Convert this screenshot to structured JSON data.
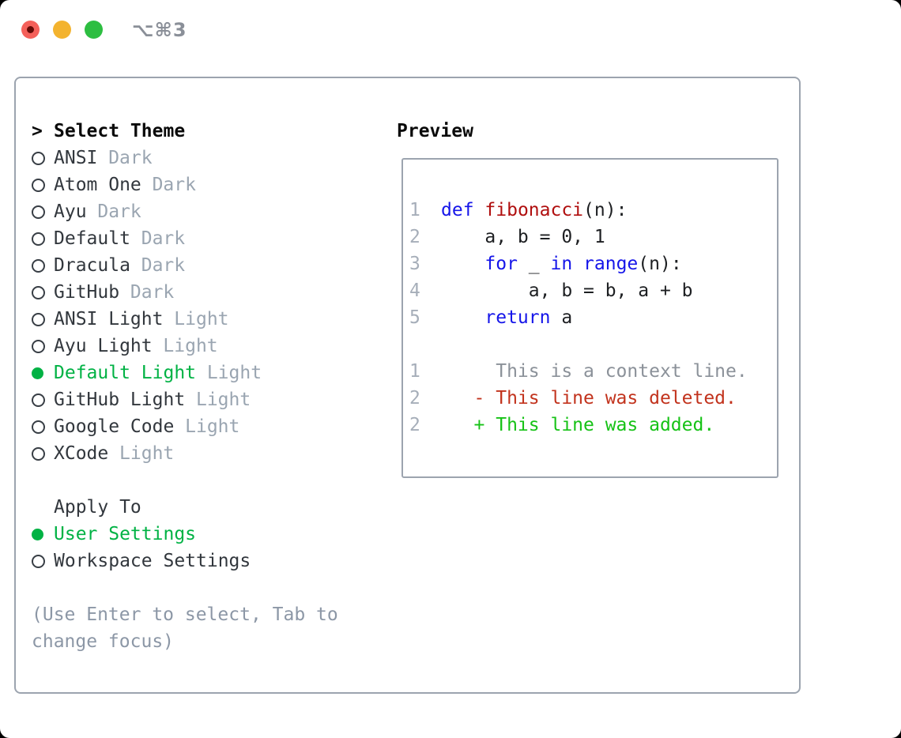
{
  "window": {
    "shortcut": "⌥⌘3",
    "traffic_lights": [
      "close",
      "minimize",
      "zoom"
    ]
  },
  "theme_selector": {
    "cursor": ">",
    "title": "Select Theme",
    "items": [
      {
        "name": "ANSI",
        "variant": "Dark",
        "selected": false
      },
      {
        "name": "Atom One",
        "variant": "Dark",
        "selected": false
      },
      {
        "name": "Ayu",
        "variant": "Dark",
        "selected": false
      },
      {
        "name": "Default",
        "variant": "Dark",
        "selected": false
      },
      {
        "name": "Dracula",
        "variant": "Dark",
        "selected": false
      },
      {
        "name": "GitHub",
        "variant": "Dark",
        "selected": false
      },
      {
        "name": "ANSI Light",
        "variant": "Light",
        "selected": false
      },
      {
        "name": "Ayu Light",
        "variant": "Light",
        "selected": false
      },
      {
        "name": "Default Light",
        "variant": "Light",
        "selected": true
      },
      {
        "name": "GitHub Light",
        "variant": "Light",
        "selected": false
      },
      {
        "name": "Google Code",
        "variant": "Light",
        "selected": false
      },
      {
        "name": "XCode",
        "variant": "Light",
        "selected": false
      }
    ]
  },
  "apply_to": {
    "title": "Apply To",
    "options": [
      {
        "name": "User Settings",
        "selected": true
      },
      {
        "name": "Workspace Settings",
        "selected": false
      }
    ]
  },
  "help": {
    "lines": [
      "(Use Enter to select, Tab to",
      "change focus)"
    ]
  },
  "preview": {
    "title": "Preview",
    "code_lines": [
      {
        "num": "1",
        "segs": [
          [
            "k",
            "def"
          ],
          [
            "p",
            " "
          ],
          [
            "f",
            "fibonacci"
          ],
          [
            "p",
            "(n):"
          ]
        ]
      },
      {
        "num": "2",
        "segs": [
          [
            "p",
            "    a, b = 0, 1"
          ]
        ]
      },
      {
        "num": "3",
        "segs": [
          [
            "p",
            "    "
          ],
          [
            "k",
            "for"
          ],
          [
            "p",
            " _ "
          ],
          [
            "k",
            "in"
          ],
          [
            "p",
            " "
          ],
          [
            "k",
            "range"
          ],
          [
            "p",
            "(n):"
          ]
        ]
      },
      {
        "num": "4",
        "segs": [
          [
            "p",
            "        a, b = b, a + b"
          ]
        ]
      },
      {
        "num": "5",
        "segs": [
          [
            "p",
            "    "
          ],
          [
            "k",
            "return"
          ],
          [
            "p",
            " a"
          ]
        ]
      },
      {
        "num": "",
        "segs": []
      },
      {
        "num": "1",
        "segs": [
          [
            "ctx",
            "     This is a context line."
          ]
        ]
      },
      {
        "num": "2",
        "segs": [
          [
            "del",
            "   - This line was deleted."
          ]
        ]
      },
      {
        "num": "2",
        "segs": [
          [
            "add",
            "   + This line was added."
          ]
        ]
      }
    ]
  },
  "colors": {
    "tl-red": "#F4605A",
    "tl-red-dot": "#640A06",
    "tl-yellow": "#F3B32F",
    "tl-green": "#2DBE41",
    "shortcut-gray": "#8A8F98",
    "panel-border": "#9CA4AF",
    "header-black": "#0A0A0A",
    "item-dark": "#32373D",
    "ring-color": "#383E45",
    "suffix-gray": "#9AA5B1",
    "help-gray": "#8C97A6",
    "select-green": "#00B244",
    "line-num": "#A6AEB9",
    "code-black": "#1D1F22",
    "keyword-blue": "#1515E9",
    "function-red": "#B00F0F",
    "context-gray": "#8B9199",
    "deleted-red": "#C2331D",
    "added-green": "#16C216"
  }
}
